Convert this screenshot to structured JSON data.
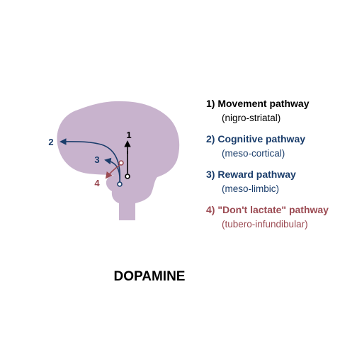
{
  "colors": {
    "brain": "#c8b3cd",
    "black": "#000000",
    "blue": "#1a3d6b",
    "red": "#9b4a52"
  },
  "markers": {
    "m1": "1",
    "m2": "2",
    "m3": "3",
    "m4": "4"
  },
  "legend": [
    {
      "title": "1)  Movement pathway",
      "sub": "(nigro-striatal)"
    },
    {
      "title": "2)  Cognitive pathway",
      "sub": "(meso-cortical)"
    },
    {
      "title": "3)  Reward pathway",
      "sub": "(meso-limbic)"
    },
    {
      "title": "4) \"Don't lactate\" pathway",
      "sub": "(tubero-infundibular)"
    }
  ],
  "caption": "DOPAMINE"
}
